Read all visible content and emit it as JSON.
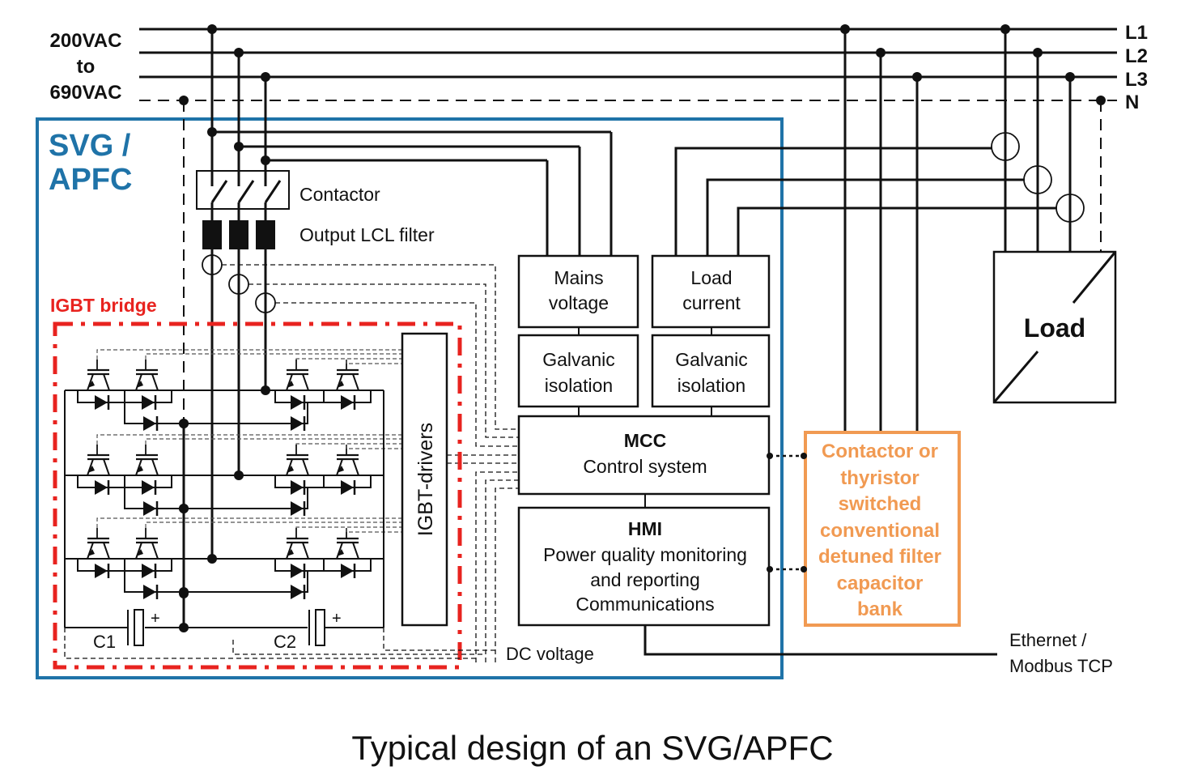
{
  "supply": {
    "voltage_range_lines": [
      "200VAC",
      "to",
      "690VAC"
    ],
    "phases": [
      "L1",
      "L2",
      "L3",
      "N"
    ]
  },
  "svg_apfc_box": {
    "title_lines": [
      "SVG /",
      "APFC"
    ],
    "color": "#1f73a8"
  },
  "components": {
    "contactor": "Contactor",
    "lcl_filter": "Output LCL filter",
    "igbt_bridge": "IGBT bridge",
    "igbt_bridge_color": "#e8231f",
    "igbt_drivers": "IGBT-drivers",
    "capacitors": [
      "C1",
      "C2"
    ],
    "capacitor_polarity": "+",
    "dc_voltage": "DC voltage"
  },
  "blocks": {
    "mains_voltage": [
      "Mains",
      "voltage"
    ],
    "load_current": [
      "Load",
      "current"
    ],
    "galvanic_isolation_1": [
      "Galvanic",
      "isolation"
    ],
    "galvanic_isolation_2": [
      "Galvanic",
      "isolation"
    ],
    "mcc": {
      "title": "MCC",
      "subtitle": "Control system"
    },
    "hmi": {
      "title": "HMI",
      "lines": [
        "Power quality monitoring",
        "and reporting",
        "Communications"
      ]
    }
  },
  "capacitor_bank": {
    "lines": [
      "Contactor or",
      "thyristor",
      "switched",
      "conventional",
      "detuned filter",
      "capacitor",
      "bank"
    ],
    "color": "#f19a52"
  },
  "load": {
    "label": "Load"
  },
  "communication": {
    "lines": [
      "Ethernet /",
      "Modbus TCP"
    ]
  },
  "caption": "Typical design of an SVG/APFC"
}
